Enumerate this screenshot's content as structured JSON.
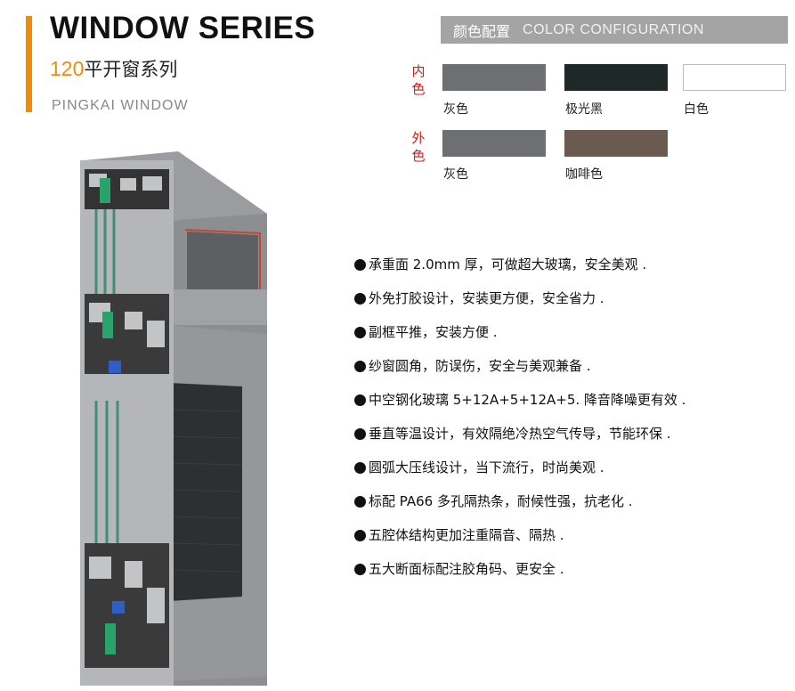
{
  "header": {
    "title": "WINDOW SERIES",
    "subtitle_num": "120",
    "subtitle_text": "平开窗系列",
    "en_subtitle": "PINGKAI  WINDOW"
  },
  "color_config": {
    "title_zh": "颜色配置",
    "title_en": "COLOR CONFIGURATION",
    "inner": {
      "label_line1": "内",
      "label_line2": "色",
      "swatches": [
        {
          "name": "灰色",
          "color": "#6d6f73"
        },
        {
          "name": "极光黑",
          "color": "#1e2826"
        },
        {
          "name": "白色",
          "color": "#ffffff"
        }
      ]
    },
    "outer": {
      "label_line1": "外",
      "label_line2": "色",
      "swatches": [
        {
          "name": "灰色",
          "color": "#6d6f73"
        },
        {
          "name": "咖啡色",
          "color": "#6b5a50"
        }
      ]
    }
  },
  "features": [
    "承重面 2.0mm 厚，可做超大玻璃，安全美观 .",
    "外免打胶设计，安装更方便，安全省力 .",
    "副框平推，安装方便 .",
    "纱窗圆角，防误伤，安全与美观兼备 .",
    "中空钢化玻璃 5+12A+5+12A+5. 降音降噪更有效 .",
    "垂直等温设计，有效隔绝冷热空气传导，节能环保 .",
    "圆弧大压线设计，当下流行，时尚美观 .",
    "标配 PA66 多孔隔热条，耐候性强，抗老化 .",
    "五腔体结构更加注重隔音、隔热 .",
    "五大断面标配注胶角码、更安全 ."
  ]
}
